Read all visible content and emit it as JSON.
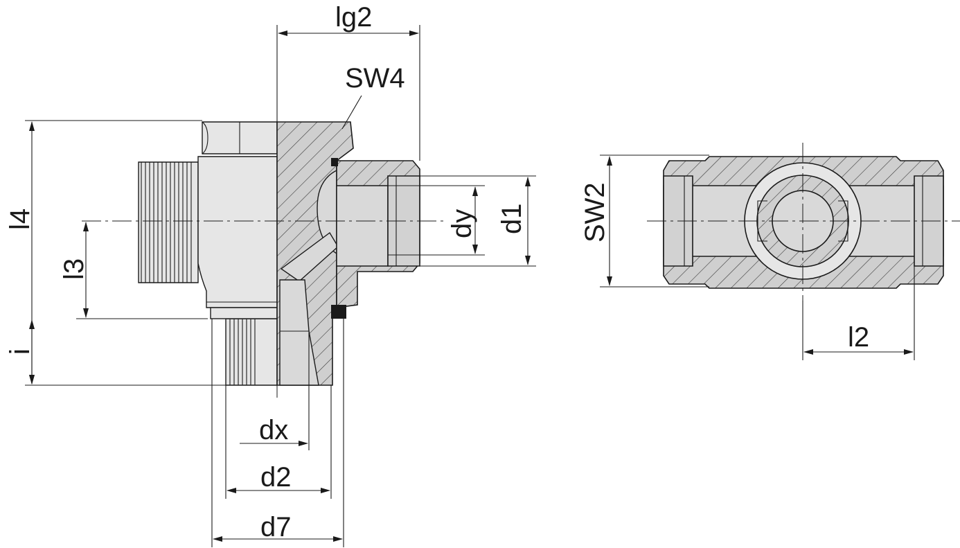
{
  "dimensions": {
    "lg2": "lg2",
    "sw4": "SW4",
    "l4": "l4",
    "l3": "l3",
    "i": "i",
    "dy": "dy",
    "d1": "d1",
    "dx": "dx",
    "d2": "d2",
    "d7": "d7",
    "sw2": "SW2",
    "l2": "l2"
  },
  "colors": {
    "line": "#1a1a1a",
    "metal": "#d2d2d2",
    "hatch_bg": "#cfcfcf"
  }
}
